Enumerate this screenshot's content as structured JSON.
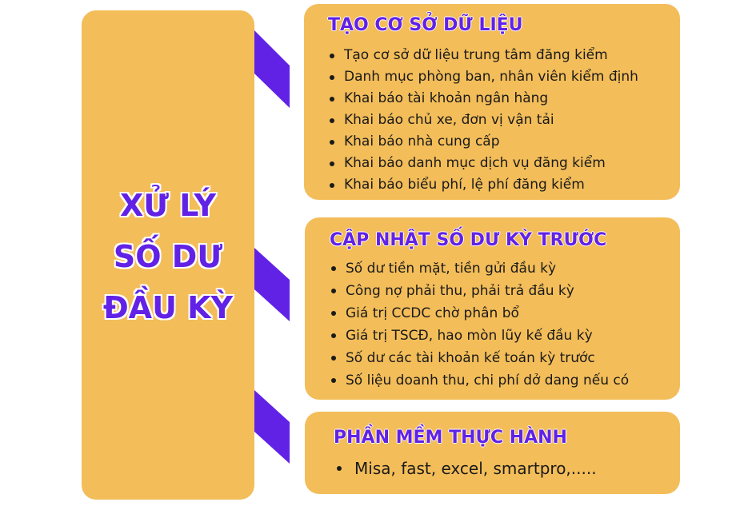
{
  "colors": {
    "panel": "#f3bd59",
    "title": "#6122e6",
    "connector": "#6122e6",
    "text": "#1a1a1a"
  },
  "main": {
    "title_lines": [
      "XỬ LÝ",
      "SỐ DƯ",
      "ĐẦU KỲ"
    ]
  },
  "cards": [
    {
      "title": "TẠO CƠ SỞ DỮ LIỆU",
      "items": [
        "Tạo cơ sở dữ liệu trung tâm đăng kiểm",
        "Danh mục phòng ban, nhân viên kiểm định",
        "Khai báo tài khoản ngân hàng",
        "Khai báo chủ xe, đơn vị vận tải",
        "Khai báo nhà cung cấp",
        "Khai báo danh mục dịch vụ đăng kiểm",
        "Khai báo biểu phí, lệ phí đăng kiểm"
      ]
    },
    {
      "title": "CẬP NHẬT SỐ DƯ KỲ TRƯỚC",
      "items": [
        "Số dư tiền mặt, tiền gửi đầu kỳ",
        "Công nợ phải thu, phải trả đầu kỳ",
        "Giá trị CCDC chờ phân bổ",
        "Giá trị TSCĐ, hao mòn lũy kế đầu kỳ",
        "Số dư các tài khoản kế toán kỳ trước",
        "Số liệu doanh thu, chi phí dở dang nếu có"
      ]
    },
    {
      "title": "PHẦN MỀM THỰC HÀNH",
      "items": [
        "Misa, fast, excel, smartpro,....."
      ]
    }
  ]
}
